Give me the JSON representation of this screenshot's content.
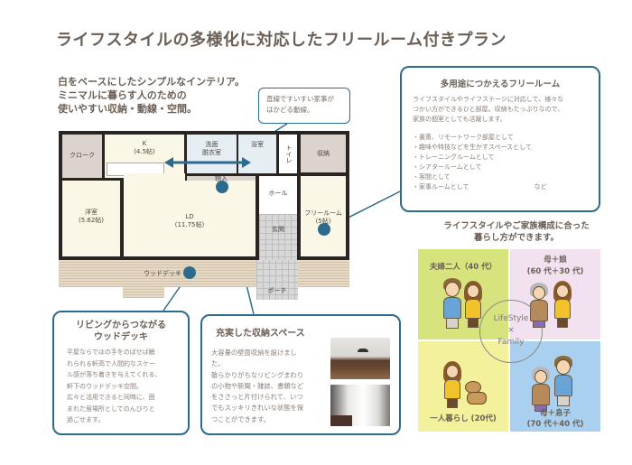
{
  "title": "ライフスタイルの多様化に対応したフリールーム付きプラン",
  "intro": {
    "lines": [
      "白をベースにしたシンプルなインテリア。",
      "ミニマルに暮らす人のための",
      "使いやすい収納・動線・空間。"
    ]
  },
  "dotline_callout": {
    "lines": [
      "直線ですいすい家事が",
      "はかどる動線。"
    ]
  },
  "floor_plan": {
    "rooms": {
      "cloak": "クローク",
      "kitchen": "K",
      "kitchen_size": "(4.5帖)",
      "washroom_1": "洗面",
      "washroom_2": "脱衣室",
      "bath": "浴室",
      "toilet": "トイレ",
      "storage": "収納",
      "closet": "物入",
      "hall": "ホール",
      "western": "洋室",
      "western_size": "(5.62帖)",
      "ld": "LD",
      "ld_size": "(11.75帖)",
      "entrance": "玄関",
      "free_room": "フリールーム",
      "free_room_size": "(5帖)",
      "wood_deck": "ウッドデッキ",
      "porch": "ポーチ"
    }
  },
  "free_room_box": {
    "heading": "多用途につかえるフリールーム",
    "body": [
      "ライフスタイルやライフステージに対応して、様々な",
      "つかい方ができるひと部屋。収納もたっぷりなので、",
      "家族の個室としても活躍します。"
    ],
    "uses": [
      "・書斎、リモートワーク部屋として",
      "・趣味や特技などを生かすスペースとして",
      "・トレーニングルームとして",
      "・シアタールームとして",
      "・客間として",
      "・家事ルームとして"
    ],
    "etc": "など"
  },
  "deck_box": {
    "heading_1": "リビングからつながる",
    "heading_2": "ウッドデッキ",
    "body": [
      "平屋ならではの手をのばせば触",
      "れられる軒高で人間的なスケー",
      "ル感が落ち着きを与えてくれる、",
      "軒下のウッドデッキ空間。",
      "広々と活用できると同時に、囲",
      "まれた居場所としてのんびりと",
      "過ごせます。"
    ]
  },
  "storage_box": {
    "heading": "充実した収納スペース",
    "body": [
      "大容量の壁面収納を設けまし",
      "た。",
      "散らかりがちなリビングまわり",
      "の小物や新聞・雑誌、書類など",
      "をささっと片付けられて、いつ",
      "でもスッキリきれいな状態を保",
      "つことができます。"
    ]
  },
  "family_section": {
    "title_1": "ライフスタイルやご家族構成に合った",
    "title_2": "暮らし方ができます。",
    "center_1": "LifeStyle",
    "center_x": "×",
    "center_2": "Family",
    "cells": [
      {
        "label_1": "夫婦二人（40 代）",
        "label_2": "",
        "color": "#d7e47e"
      },
      {
        "label_1": "母＋娘",
        "label_2": "(60 代＋30 代)",
        "color": "#f2e1ef"
      },
      {
        "label_1": "一人暮らし (20代)",
        "label_2": "",
        "color": "#f3f19c"
      },
      {
        "label_1": "母＋息子",
        "label_2": "(70 代＋40 代)",
        "color": "#a9d0ee"
      }
    ]
  },
  "colors": {
    "accent": "#2c6b8e",
    "text": "#6b5f55",
    "body_text": "#8a7e76"
  }
}
